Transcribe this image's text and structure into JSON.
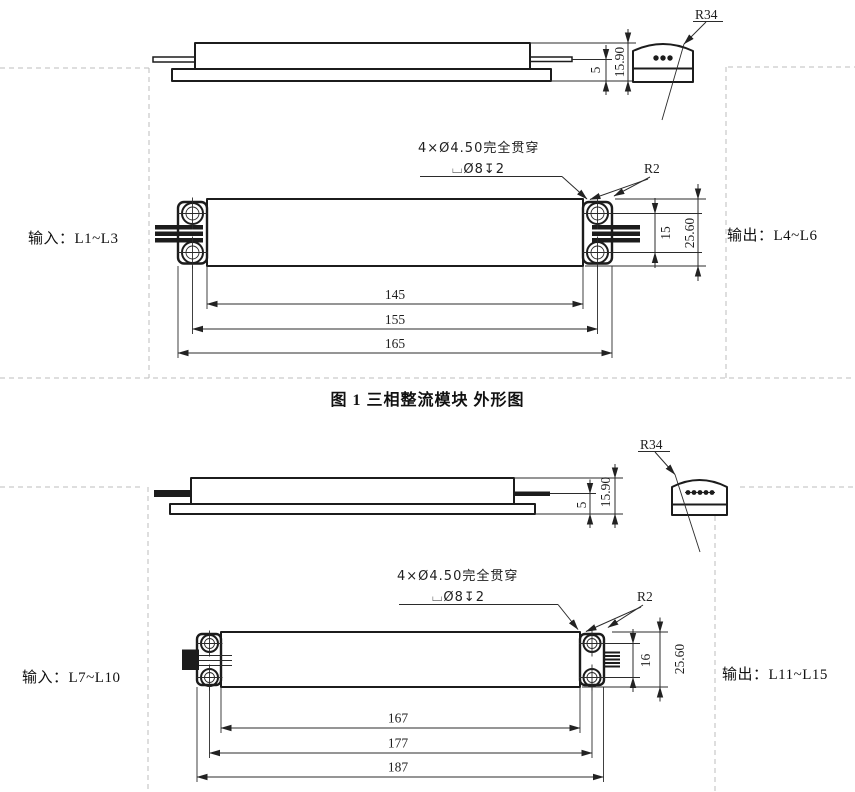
{
  "figure1": {
    "input_label": "输入：L1~L3",
    "output_label": "输出：L4~L6",
    "caption": "图 1 三相整流模块 外形图",
    "side_view": {
      "flange_height": "5",
      "total_height": "15.90"
    },
    "end_view": {
      "radius": "R34"
    },
    "front_view": {
      "hole_note": "4×Ø4.50完全贯穿",
      "counterbore_note": "⌴Ø8↧2",
      "corner_radius": "R2",
      "hole_pitch_v": "15",
      "height": "25.60",
      "len_body": "145",
      "len_holes": "155",
      "len_overall": "165"
    }
  },
  "figure2": {
    "input_label": "输入：L7~L10",
    "output_label": "输出：L11~L15",
    "side_view": {
      "flange_height": "5",
      "total_height": "15.90"
    },
    "end_view": {
      "radius": "R34"
    },
    "front_view": {
      "hole_note": "4×Ø4.50完全贯穿",
      "counterbore_note": "⌴Ø8↧2",
      "corner_radius": "R2",
      "hole_pitch_v": "16",
      "height": "25.60",
      "len_body": "167",
      "len_holes": "177",
      "len_overall": "187"
    }
  }
}
